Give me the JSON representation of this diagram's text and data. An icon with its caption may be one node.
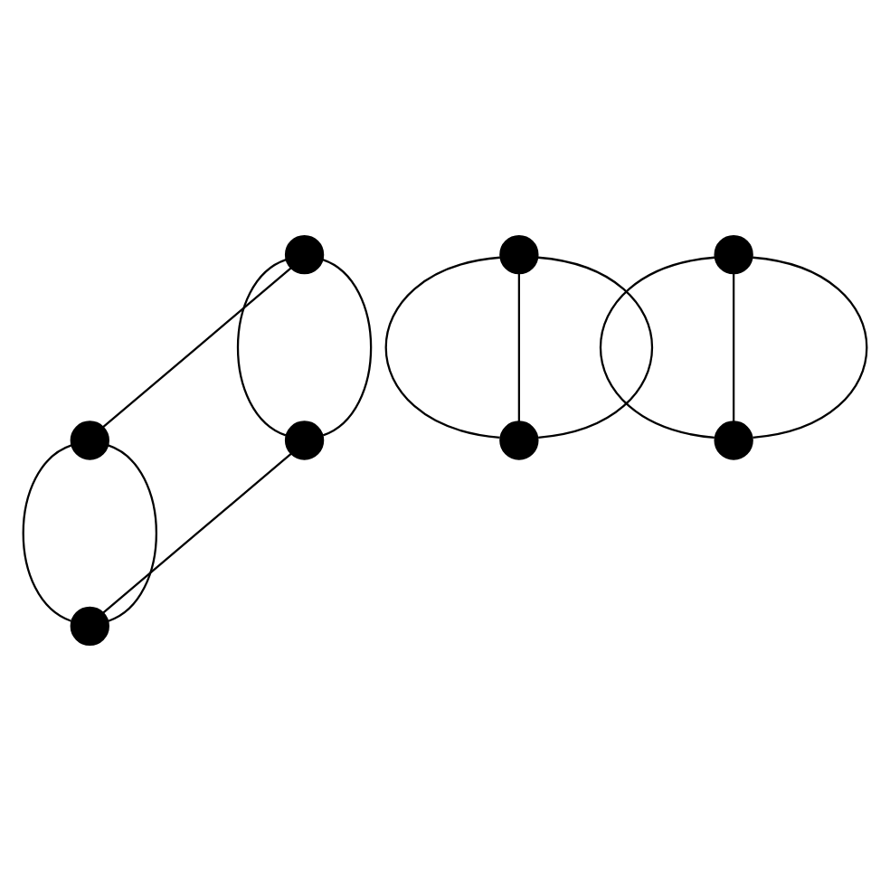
{
  "diagram": {
    "nodes": [
      {
        "text": [],
        "shape": "circle"
      },
      {
        "text": [],
        "shape": "circle"
      },
      {
        "text": [],
        "shape": "circle"
      },
      {
        "text": [],
        "shape": "circle"
      },
      {
        "text": [],
        "shape": "circle"
      },
      {
        "text": [],
        "shape": "circle"
      },
      {
        "text": [],
        "shape": "circle"
      },
      {
        "text": [],
        "shape": "circle"
      }
    ],
    "edges": [
      {
        "from": 0,
        "to": 1,
        "arrow": "none"
      },
      {
        "from": 0,
        "to": 6,
        "arrow": "none"
      },
      {
        "from": 0,
        "to": 6,
        "arrow": "none"
      },
      {
        "from": 1,
        "to": 7,
        "arrow": "none"
      },
      {
        "from": 1,
        "to": 7,
        "arrow": "none"
      },
      {
        "from": 6,
        "to": 7,
        "arrow": "none"
      },
      {
        "from": 2,
        "to": 4,
        "arrow": "none"
      },
      {
        "from": 2,
        "to": 4,
        "arrow": "none"
      },
      {
        "from": 2,
        "to": 4,
        "arrow": "none"
      },
      {
        "from": 3,
        "to": 5,
        "arrow": "none"
      },
      {
        "from": 3,
        "to": 5,
        "arrow": "none"
      },
      {
        "from": 3,
        "to": 5,
        "arrow": "none"
      }
    ]
  }
}
